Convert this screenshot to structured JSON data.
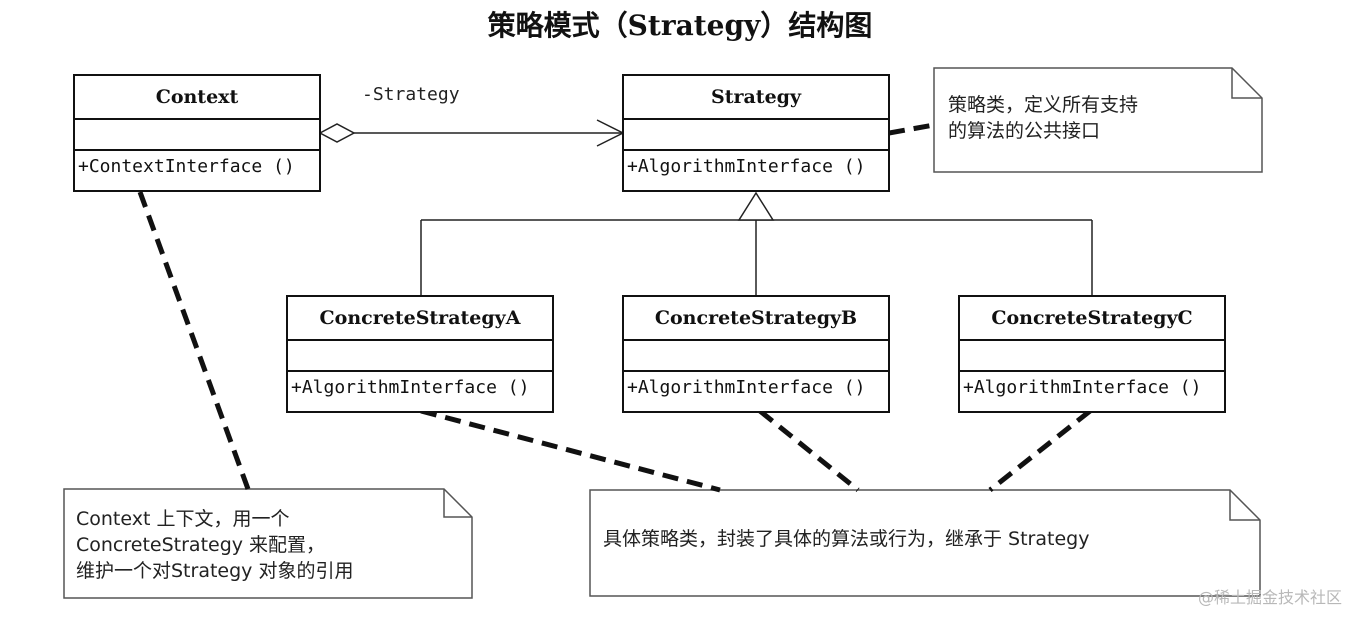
{
  "title": "策略模式（Strategy）结构图",
  "context": {
    "name": "Context",
    "operation": "+ContextInterface ()"
  },
  "association": {
    "role": "-Strategy"
  },
  "strategy": {
    "name": "Strategy",
    "operation": "+AlgorithmInterface ()"
  },
  "concretes": [
    {
      "name": "ConcreteStrategyA",
      "operation": "+AlgorithmInterface ()"
    },
    {
      "name": "ConcreteStrategyB",
      "operation": "+AlgorithmInterface ()"
    },
    {
      "name": "ConcreteStrategyC",
      "operation": "+AlgorithmInterface ()"
    }
  ],
  "notes": {
    "strategy": [
      "策略类，定义所有支持",
      "的算法的公共接口"
    ],
    "context": [
      "Context 上下文，用一个",
      "ConcreteStrategy 来配置，",
      "维护一个对Strategy 对象的引用"
    ],
    "concrete": [
      "具体策略类，封装了具体的算法或行为，继承于 Strategy"
    ]
  },
  "watermark": "@稀土掘金技术社区"
}
